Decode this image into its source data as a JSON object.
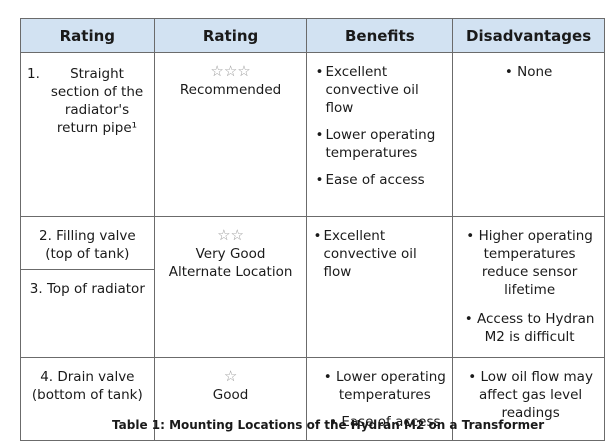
{
  "table": {
    "headers": [
      "Rating",
      "Rating",
      "Benefits",
      "Disadvantages"
    ],
    "rows": {
      "r1": {
        "number": "1.",
        "location": "Straight section of the radiator's return pipe¹",
        "stars": "☆☆☆",
        "rating": "Recommended",
        "benefits": [
          "Excellent convective oil flow",
          "Lower operating temperatures",
          "Ease of access"
        ],
        "disadvantages": [
          "None"
        ]
      },
      "r2": {
        "location_a_line1": "2.  Filling valve",
        "location_a_line2": "(top of tank)",
        "location_b": "3.  Top of radiator",
        "stars": "☆☆",
        "rating_line1": "Very Good",
        "rating_line2": "Alternate Location",
        "benefits": [
          "Excellent convective oil flow"
        ],
        "disadvantages": [
          "Higher operating temperatures reduce sensor lifetime",
          "Access to Hydran M2 is difficult"
        ]
      },
      "r3": {
        "location_line1": "4.  Drain valve",
        "location_line2": "(bottom of tank)",
        "stars": "☆",
        "rating": "Good",
        "benefits": [
          "Lower operating temperatures",
          "Ease of access"
        ],
        "disadvantages": [
          "Low oil flow may affect gas level readings"
        ]
      }
    },
    "bullet": "•",
    "caption": "Table 1:  Mounting Locations of the Hydran M2 on a Transformer"
  }
}
